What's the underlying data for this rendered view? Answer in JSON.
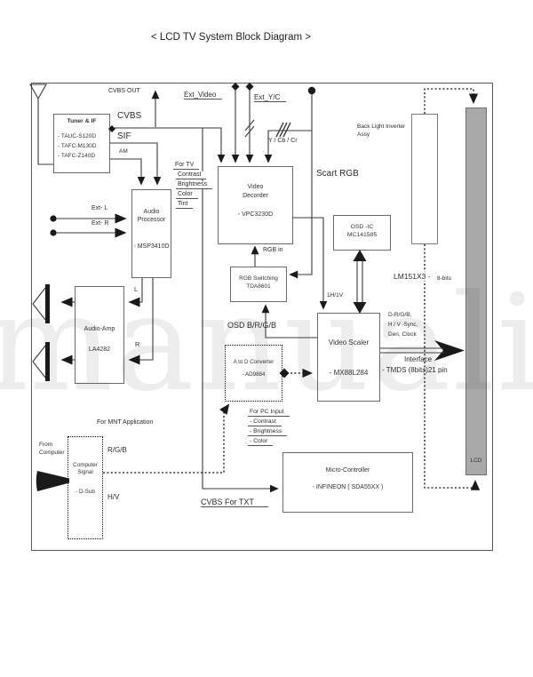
{
  "title": "< LCD TV System Block Diagram >",
  "watermark": "manuali",
  "colors": {
    "lcd_bar": "#a9a9a9",
    "line": "#333333"
  },
  "blocks": {
    "tuner": {
      "name": "Tuner & IF",
      "parts": [
        "- TAUC-S120D",
        "- TAFC-M130D",
        "- TAFC-Z140D"
      ]
    },
    "audio_processor": {
      "name": "Audio Processor",
      "part": "- MSP3410D"
    },
    "audio_amp": {
      "name": "Audio-Amp",
      "part": "LA4282"
    },
    "video_decoder": {
      "name": "Video Decorder",
      "part": "- VPC3230D"
    },
    "rgb_switching": {
      "name": "RGB Switching",
      "part": "TDA8601"
    },
    "osd_ic": {
      "name": "OSD -IC",
      "part": "MC141585"
    },
    "video_scaler": {
      "name": "Video Scaler",
      "part": "- MX88L284"
    },
    "adc": {
      "name": "A to D Converter",
      "part": "- AD9884"
    },
    "micro_controller": {
      "name": "Micro-Controller",
      "part": "- INFINEON ( SDA55XX )"
    },
    "computer_signal": {
      "name": "Computer Signal",
      "part": "- D-Sub"
    },
    "backlight": {
      "name": "Back Light Inverter Assy"
    },
    "lcd": {
      "name": "LCD"
    }
  },
  "labels": {
    "cvbs_out": "CVBS OUT",
    "cvbs": "CVBS",
    "sif": "SIF",
    "am": "AM",
    "ext_video": "Ext_Video",
    "ext_yc": "Ext_Y/C",
    "y_cb_cr": "Y / Cb / Cr",
    "scart_rgb": "Scart RGB",
    "rgb_in": "RGB in",
    "for_tv_title": "For TV",
    "for_tv_items": [
      "Contrast",
      "Brightness",
      "Color",
      "Tint"
    ],
    "ext_l": "Ext- L",
    "ext_r": "Ext- R",
    "l": "L",
    "r": "R",
    "osd_brgb": "OSD B/R/G/B",
    "h1v1": "1H/1V",
    "panel": "LM151X3 -",
    "panel_bits": "8-bits",
    "sync_lines": [
      "D-R/G/B,",
      "H / V -Sync,",
      "Den, Clock"
    ],
    "interface": "Interface",
    "tmds": "- TMDS (8bits)21 pin",
    "for_pc_title": "For PC Input",
    "for_pc_items": [
      "- Contrast",
      "- Brightness",
      "- Color"
    ],
    "for_mnt": "For MNT Application",
    "from_computer": "From Computer",
    "rgb_sig": "R/G/B",
    "hv_sig": "H/V",
    "cvbs_txt": "CVBS For TXT"
  }
}
